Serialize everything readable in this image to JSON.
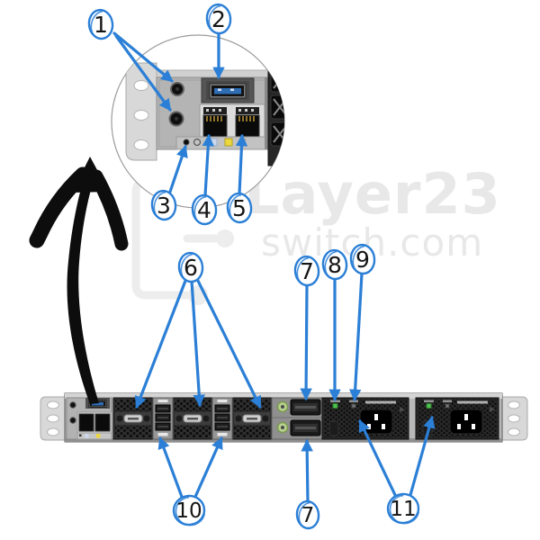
{
  "watermark": {
    "brand_top": "Layer23",
    "brand_bottom": "switch.com"
  },
  "callouts": {
    "c1": "1",
    "c2": "2",
    "c3": "3",
    "c4": "4",
    "c5": "5",
    "c6": "6",
    "c7_top": "7",
    "c8": "8",
    "c9": "9",
    "c10": "10",
    "c7_bottom": "7",
    "c11": "11"
  },
  "colors": {
    "callout_blue": "#2b7fd6",
    "watermark_gray": "#e8e8e8",
    "usb_blue": "#2f6db5",
    "led_green": "#4ec34e",
    "port_label_yellow": "#ecd73e",
    "chassis_gray": "#b8b8b8",
    "module_dark": "#2e2e2e"
  }
}
